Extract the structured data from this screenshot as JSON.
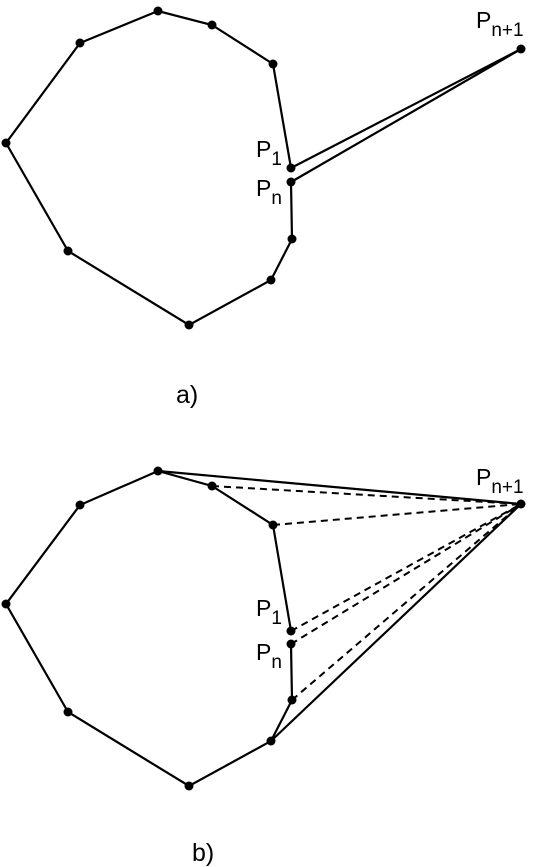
{
  "panel_a": {
    "caption": "a)",
    "labels": {
      "p1": {
        "main": "P",
        "sub": "1"
      },
      "pn": {
        "main": "P",
        "sub": "n"
      },
      "pn1": {
        "main": "P",
        "sub": "n+1"
      }
    }
  },
  "panel_b": {
    "caption": "b)",
    "labels": {
      "p1": {
        "main": "P",
        "sub": "1"
      },
      "pn": {
        "main": "P",
        "sub": "n"
      },
      "pn1": {
        "main": "P",
        "sub": "n+1"
      }
    }
  }
}
